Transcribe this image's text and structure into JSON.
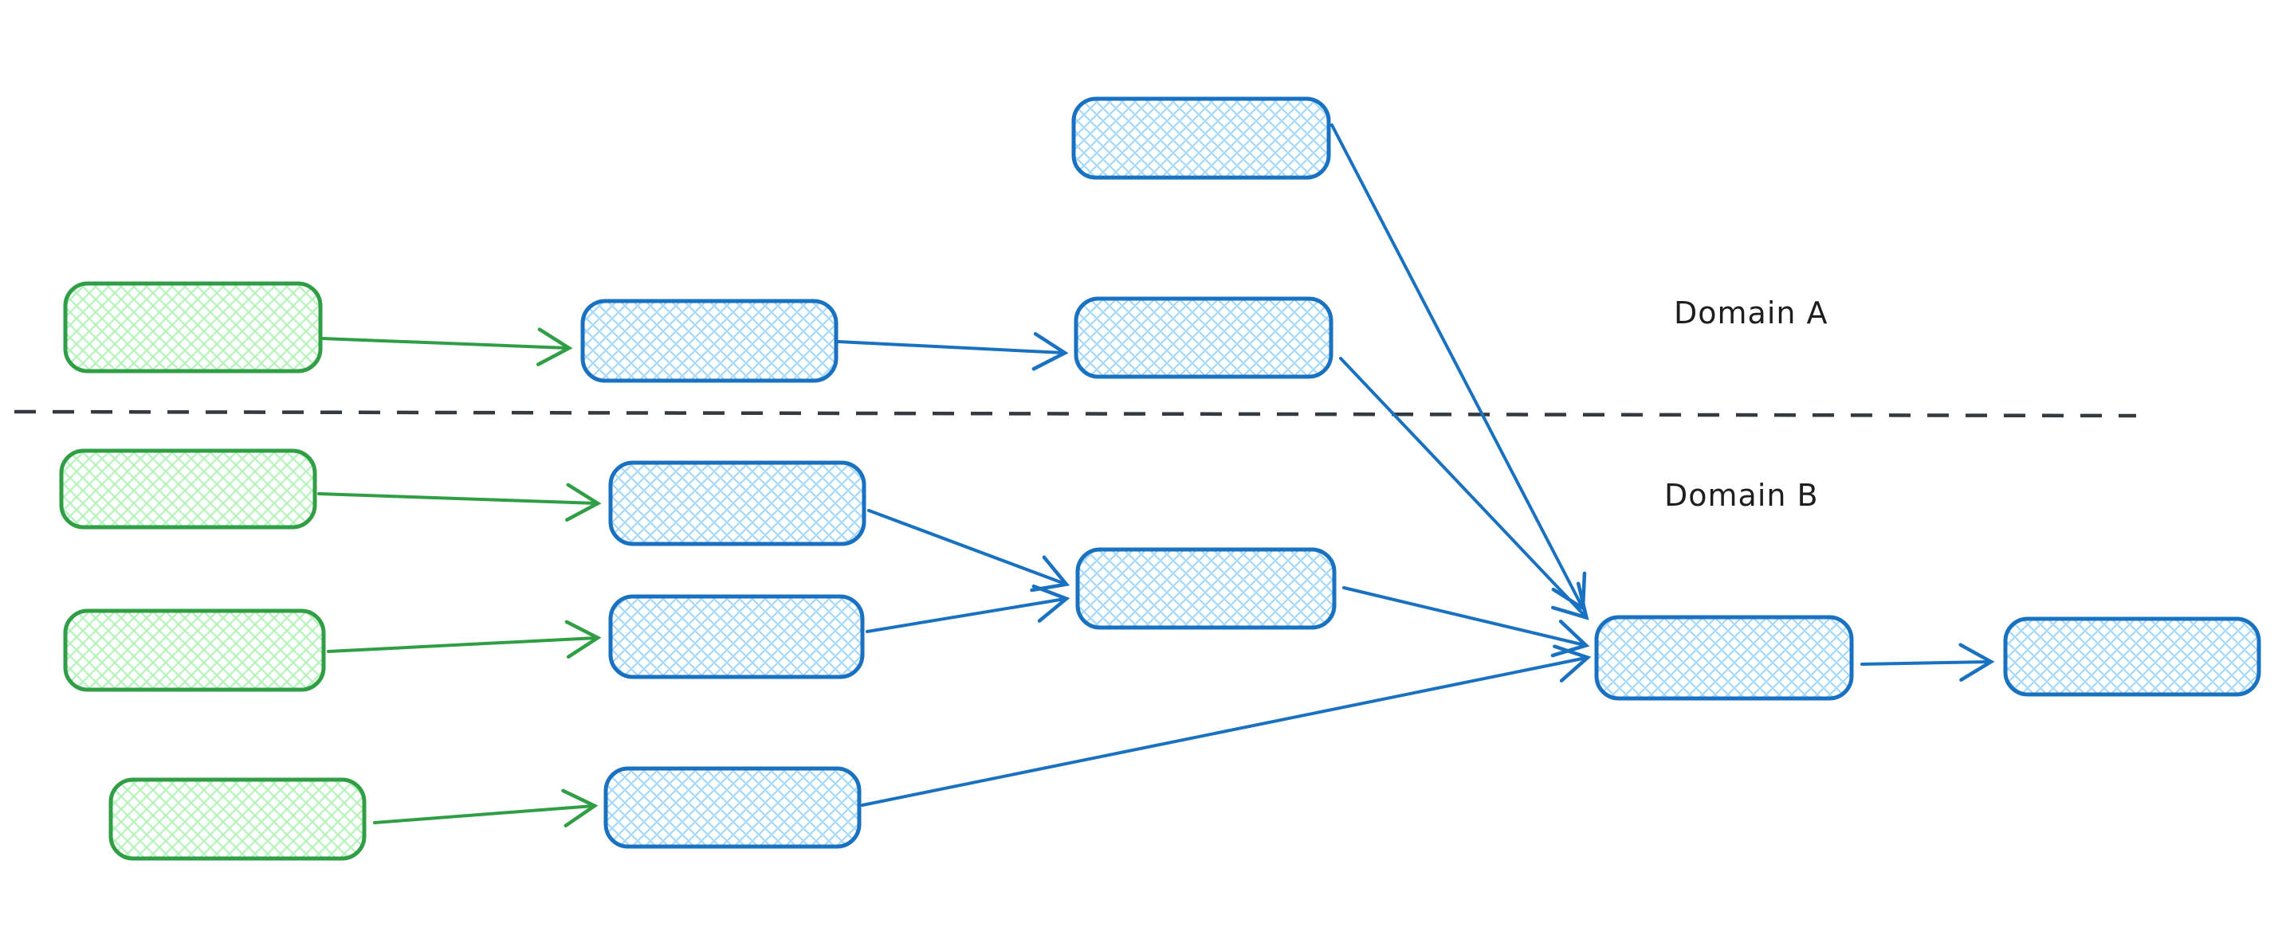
{
  "diagram": {
    "labels": {
      "domain_a": "Domain A",
      "domain_b": "Domain B"
    },
    "colors": {
      "green_stroke": "#2f9e44",
      "green_fill": "#b2f2bb",
      "blue_stroke": "#1971c2",
      "blue_fill": "#a5d8ff",
      "divider": "#343a40",
      "text": "#1e1e1e",
      "background": "#ffffff"
    },
    "nodes": [
      {
        "id": "green-source-a",
        "color": "green",
        "domain": "A",
        "label": ""
      },
      {
        "id": "blue-a1",
        "color": "blue",
        "domain": "A",
        "label": ""
      },
      {
        "id": "blue-a2",
        "color": "blue",
        "domain": "A",
        "label": ""
      },
      {
        "id": "blue-top",
        "color": "blue",
        "domain": "A",
        "label": ""
      },
      {
        "id": "green-b1",
        "color": "green",
        "domain": "B",
        "label": ""
      },
      {
        "id": "green-b2",
        "color": "green",
        "domain": "B",
        "label": ""
      },
      {
        "id": "green-b3",
        "color": "green",
        "domain": "B",
        "label": ""
      },
      {
        "id": "blue-b1",
        "color": "blue",
        "domain": "B",
        "label": ""
      },
      {
        "id": "blue-b2",
        "color": "blue",
        "domain": "B",
        "label": ""
      },
      {
        "id": "blue-b3",
        "color": "blue",
        "domain": "B",
        "label": ""
      },
      {
        "id": "blue-b-combiner",
        "color": "blue",
        "domain": "B",
        "label": ""
      },
      {
        "id": "blue-aggregator",
        "color": "blue",
        "domain": "B",
        "label": ""
      },
      {
        "id": "blue-final",
        "color": "blue",
        "domain": "B",
        "label": ""
      }
    ],
    "edges": [
      {
        "from": "green-source-a",
        "to": "blue-a1",
        "color": "green"
      },
      {
        "from": "blue-a1",
        "to": "blue-a2",
        "color": "blue"
      },
      {
        "from": "blue-top",
        "to": "blue-aggregator",
        "color": "blue"
      },
      {
        "from": "blue-a2",
        "to": "blue-aggregator",
        "color": "blue"
      },
      {
        "from": "green-b1",
        "to": "blue-b1",
        "color": "green"
      },
      {
        "from": "green-b2",
        "to": "blue-b2",
        "color": "green"
      },
      {
        "from": "green-b3",
        "to": "blue-b3",
        "color": "green"
      },
      {
        "from": "blue-b1",
        "to": "blue-b-combiner",
        "color": "blue"
      },
      {
        "from": "blue-b2",
        "to": "blue-b-combiner",
        "color": "blue"
      },
      {
        "from": "blue-b-combiner",
        "to": "blue-aggregator",
        "color": "blue"
      },
      {
        "from": "blue-b3",
        "to": "blue-aggregator",
        "color": "blue"
      },
      {
        "from": "blue-aggregator",
        "to": "blue-final",
        "color": "blue"
      }
    ]
  }
}
